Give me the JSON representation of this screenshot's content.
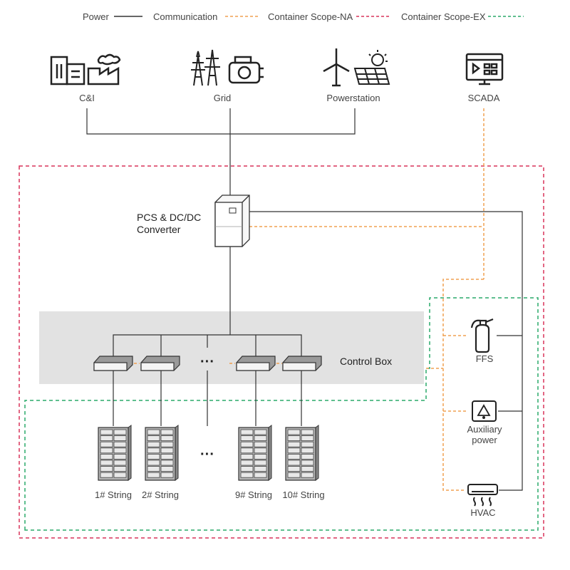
{
  "legend": {
    "power": "Power",
    "communication": "Communication",
    "scope_na": "Container Scope-NA",
    "scope_ex": "Container Scope-EX"
  },
  "sources": {
    "ci": "C&I",
    "grid": "Grid",
    "powerstation": "Powerstation",
    "scada": "SCADA"
  },
  "pcs": {
    "line1": "PCS & DC/DC",
    "line2": "Converter"
  },
  "control_box": "Control Box",
  "ellipsis": "···",
  "strings": [
    "1# String",
    "2# String",
    "9# String",
    "10# String"
  ],
  "aux": {
    "ffs": "FFS",
    "aux_line1": "Auxiliary",
    "aux_line2": "power",
    "hvac": "HVAC"
  },
  "colors": {
    "power": "#333333",
    "communication": "#f0a050",
    "scope_na": "#d9335a",
    "scope_ex": "#2aaa6a",
    "control_band": "#e2e2e2"
  }
}
